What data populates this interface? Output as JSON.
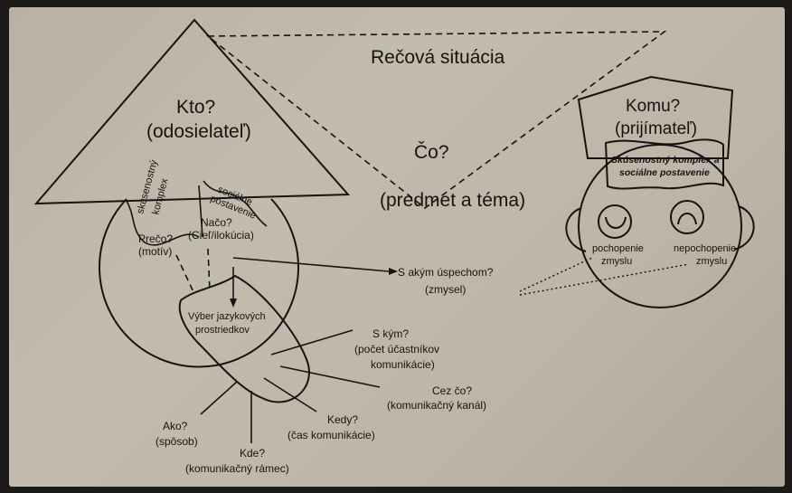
{
  "situation": "Rečová situácia",
  "sender": {
    "question": "Kto?",
    "role": "(odosielateľ)"
  },
  "receiver": {
    "question": "Komu?",
    "role": "(prijímateľ)",
    "banner_line1": "Skúsenostný komplex a",
    "banner_line2": "sociálne postavenie"
  },
  "topic": {
    "question": "Čo?",
    "subject": "(predmet a téma)"
  },
  "head_left": {
    "experience_1": "skúsenostný",
    "experience_2": "komplex",
    "social_1": "sociálne",
    "social_2": "postavenie",
    "why": "Prečo?",
    "motive": "(motív)",
    "purpose": "Načo?",
    "purpose_detail": "(Cieľ/ilokúcia)"
  },
  "selection_1": "Výber jazykových",
  "selection_2": "prostriedkov",
  "success_q": "S akým úspechom?",
  "success_detail": "(zmysel)",
  "understanding_1": "pochopenie",
  "understanding_2": "zmyslu",
  "misunderstanding_1": "nepochopenie",
  "misunderstanding_2": "zmyslu",
  "with_whom_q": "S kým?",
  "with_whom_1": "(počet účastníkov",
  "with_whom_2": "komunikácie)",
  "through_q": "Cez čo?",
  "through_detail": "(komunikačný kanál)",
  "when_q": "Kedy?",
  "when_detail": "(čas komunikácie)",
  "how_q": "Ako?",
  "how_detail": "(spôsob)",
  "where_q": "Kde?",
  "where_detail": "(komunikačný rámec)"
}
